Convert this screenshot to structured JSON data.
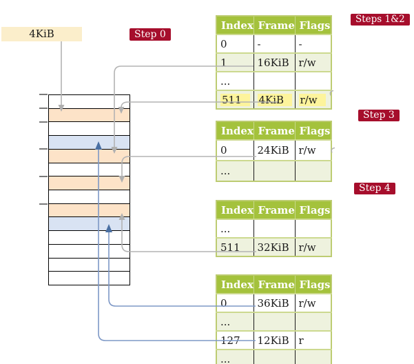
{
  "frame_box": {
    "label": "4KiB"
  },
  "step_labels": {
    "step0": "Step 0",
    "steps_1_2": "Steps 1&2",
    "step3": "Step 3",
    "step4": "Step 4"
  },
  "tables": [
    {
      "headers": [
        "Index",
        "Frame",
        "Flags"
      ],
      "rows": [
        {
          "cells": [
            "0",
            "-",
            "-"
          ]
        },
        {
          "cells": [
            "1",
            "16KiB",
            "r/w"
          ]
        },
        {
          "cells": [
            "...",
            "",
            ""
          ]
        },
        {
          "cells": [
            "511",
            "4KiB",
            "r/w"
          ],
          "highlighted": true
        }
      ]
    },
    {
      "headers": [
        "Index",
        "Frame",
        "Flags"
      ],
      "rows": [
        {
          "cells": [
            "0",
            "24KiB",
            "r/w"
          ]
        },
        {
          "cells": [
            "...",
            "",
            ""
          ]
        }
      ]
    },
    {
      "headers": [
        "Index",
        "Frame",
        "Flags"
      ],
      "rows": [
        {
          "cells": [
            "...",
            "",
            ""
          ]
        },
        {
          "cells": [
            "511",
            "32KiB",
            "r/w"
          ]
        }
      ]
    },
    {
      "headers": [
        "Index",
        "Frame",
        "Flags"
      ],
      "rows": [
        {
          "cells": [
            "0",
            "36KiB",
            "r/w"
          ]
        },
        {
          "cells": [
            "...",
            "",
            ""
          ]
        },
        {
          "cells": [
            "127",
            "12KiB",
            "r"
          ]
        },
        {
          "cells": [
            "...",
            "",
            ""
          ]
        }
      ]
    }
  ],
  "memory_stack": {
    "row_pattern": [
      "white",
      "orange",
      "white",
      "blue",
      "orange",
      "white",
      "orange",
      "white",
      "orange",
      "blue",
      "white",
      "white",
      "white",
      "white"
    ]
  },
  "colors": {
    "table_header_green": "#a4c23c",
    "table_row_green": "#eef2de",
    "table_border_green": "#bdcc72",
    "highlight_yellow": "#fdf49c",
    "step_label_red": "#a60e2c",
    "frame_box_cream": "#fbeecb",
    "stack_orange": "#fde3c8",
    "stack_blue": "#d9e3f3",
    "gray_arrow": "#b3b3b3",
    "blue_arrow": "#7d98c6",
    "blue_arrowhead": "#4a70a3"
  }
}
